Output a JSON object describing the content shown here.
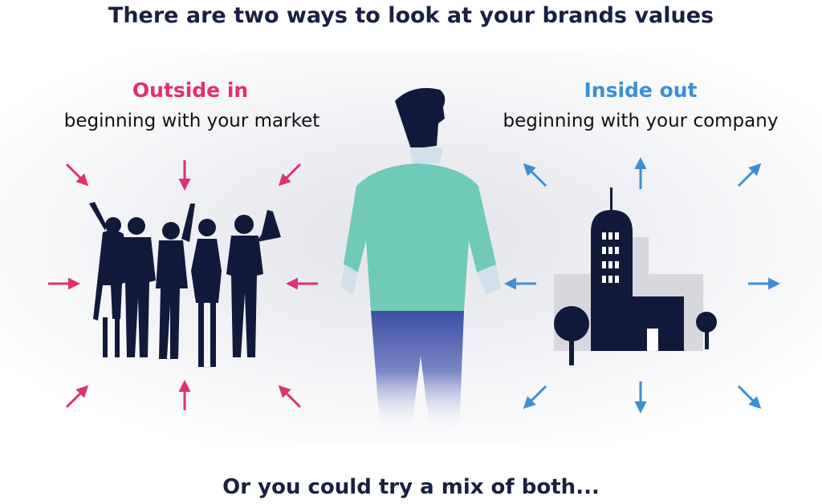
{
  "title": "There are two ways to look at your brands values",
  "left": {
    "heading": "Outside in",
    "subtitle": "beginning with your market"
  },
  "right": {
    "heading": "Inside out",
    "subtitle": "beginning with your company"
  },
  "footer": "Or you could try a mix of both...",
  "colors": {
    "navy": "#1a2040",
    "pink": "#e0306e",
    "blue": "#3b8fd4",
    "shirt": "#6fcab8",
    "pants": "#4156a8",
    "building_bg": "#d7d8de"
  },
  "icons": [
    "crowd-icon",
    "person-icon",
    "building-icon",
    "inward-arrow-icon",
    "outward-arrow-icon"
  ]
}
